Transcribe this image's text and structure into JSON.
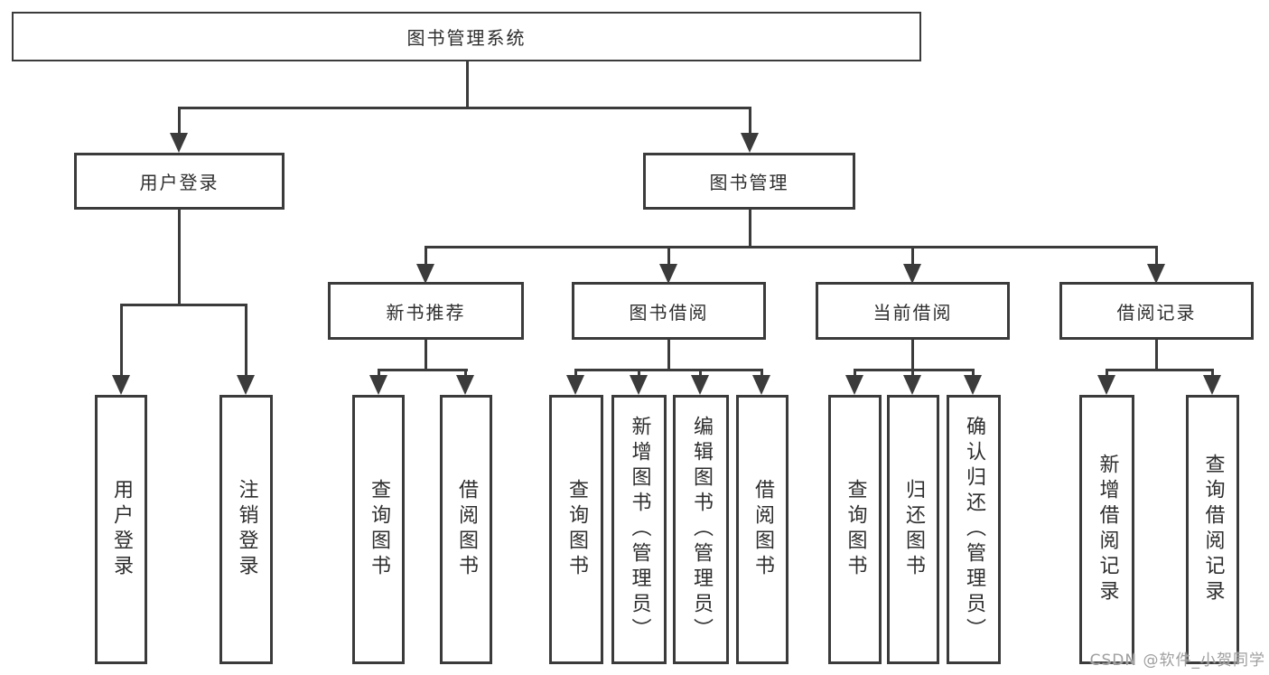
{
  "tree": {
    "label": "图书管理系统",
    "children": [
      {
        "label": "用户登录",
        "children": [
          {
            "label": "用户登录"
          },
          {
            "label": "注销登录"
          }
        ]
      },
      {
        "label": "图书管理",
        "children": [
          {
            "label": "新书推荐",
            "children": [
              {
                "label": "查询图书"
              },
              {
                "label": "借阅图书"
              }
            ]
          },
          {
            "label": "图书借阅",
            "children": [
              {
                "label": "查询图书"
              },
              {
                "label": "新增图书（管理员）"
              },
              {
                "label": "编辑图书（管理员）"
              },
              {
                "label": "借阅图书"
              }
            ]
          },
          {
            "label": "当前借阅",
            "children": [
              {
                "label": "查询图书"
              },
              {
                "label": "归还图书"
              },
              {
                "label": "确认归还（管理员）"
              }
            ]
          },
          {
            "label": "借阅记录",
            "children": [
              {
                "label": "新增借阅记录"
              },
              {
                "label": "查询借阅记录"
              }
            ]
          }
        ]
      }
    ]
  },
  "watermark": "CSDN @软件_小贺同学",
  "colors": {
    "line": "#3b3b3b",
    "text": "#2e2e2e",
    "background": "#ffffff",
    "watermark": "#9f9f9f"
  }
}
